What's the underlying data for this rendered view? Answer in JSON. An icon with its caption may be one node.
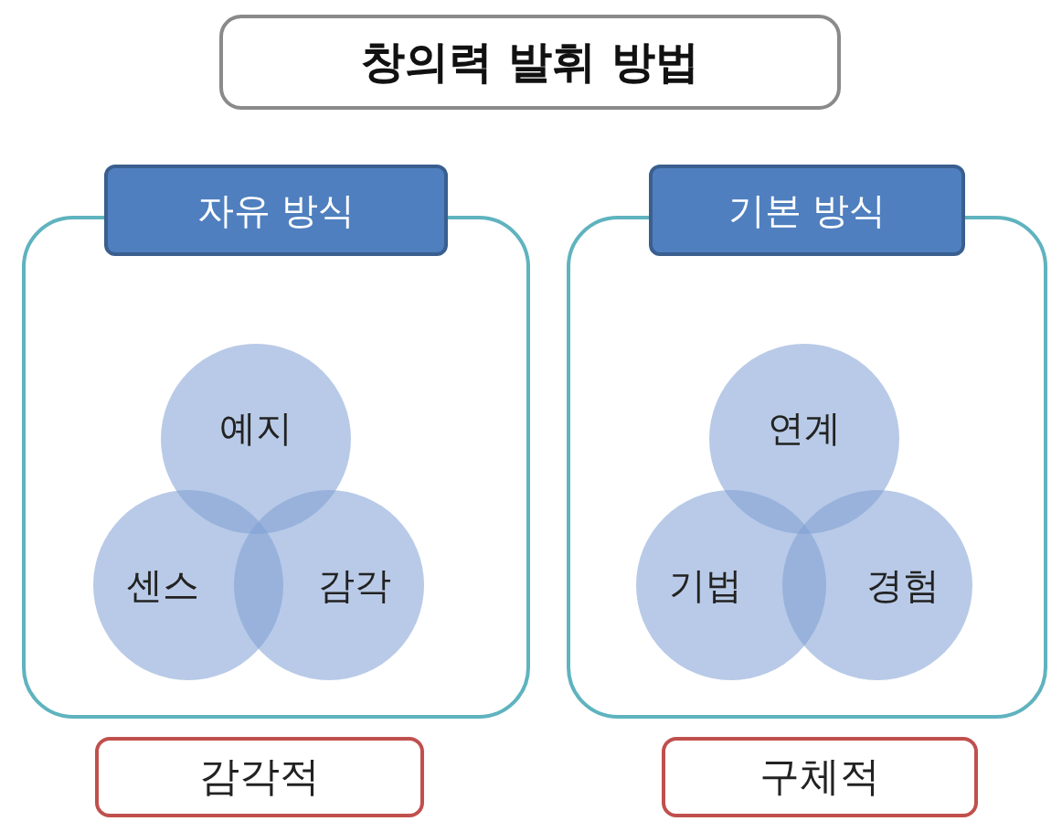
{
  "diagram": {
    "title": "창의력 발휘 방법",
    "nodes": [
      {
        "text": [
          "자유 방식"
        ]
      },
      {
        "text": [
          "예지"
        ],
        "in": 0
      },
      {
        "text": [
          "센스"
        ],
        "in": 0
      },
      {
        "text": [
          "감각"
        ],
        "in": 0
      },
      {
        "text": [
          "감각적"
        ]
      },
      {
        "text": [
          "기본 방식"
        ]
      },
      {
        "text": [
          "연계"
        ],
        "in": 5
      },
      {
        "text": [
          "기법"
        ],
        "in": 5
      },
      {
        "text": [
          "경험"
        ],
        "in": 5
      },
      {
        "text": [
          "구체적"
        ]
      }
    ]
  }
}
